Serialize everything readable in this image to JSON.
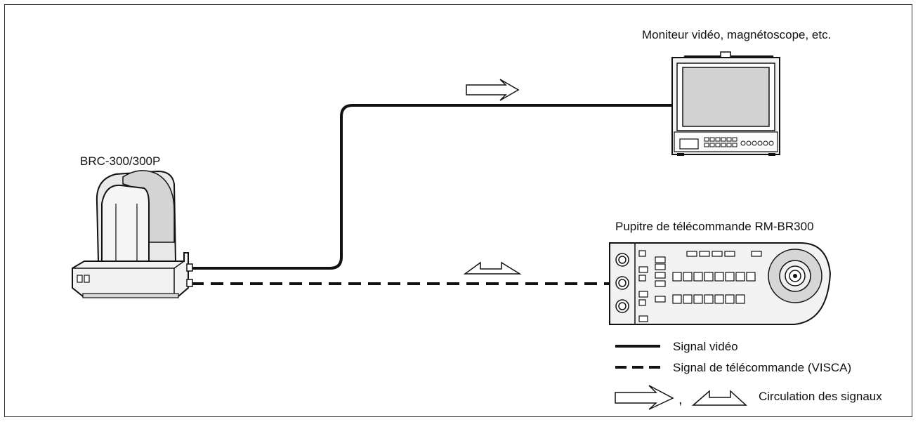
{
  "labels": {
    "monitor": "Moniteur vidéo, magnétoscope, etc.",
    "camera": "BRC-300/300P",
    "panel": "Pupitre de télécommande RM-BR300"
  },
  "legend": {
    "video": "Signal vidéo",
    "control": "Signal de télécommande (VISCA)",
    "separator": ",",
    "flow": "Circulation des signaux"
  },
  "colors": {
    "line": "#111111",
    "device_fill": "#f2f2f2",
    "shade": "#cfcfcf"
  }
}
